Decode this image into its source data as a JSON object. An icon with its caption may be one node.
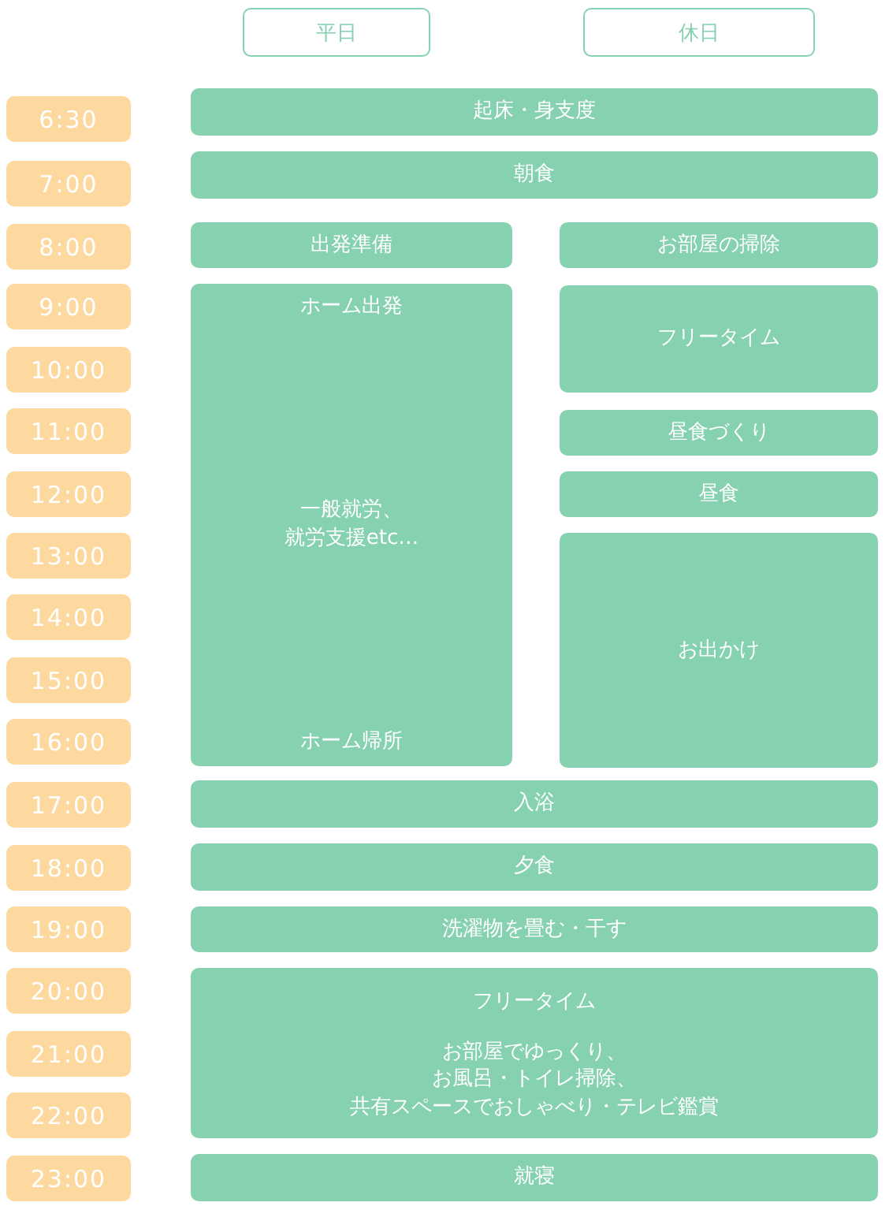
{
  "diagram": {
    "nodes": [
      {
        "text": [
          "平日"
        ]
      },
      {
        "text": [
          "休日"
        ]
      },
      {
        "text": [
          "6:30"
        ]
      },
      {
        "text": [
          "起床・身支度"
        ]
      },
      {
        "text": [
          "7:00"
        ]
      },
      {
        "text": [
          "朝食"
        ]
      },
      {
        "text": [
          "8:00"
        ]
      },
      {
        "text": [
          "出発準備"
        ]
      },
      {
        "text": [
          "お部屋の掃除"
        ]
      },
      {
        "text": [
          "9:00"
        ]
      },
      {
        "text": [
          "ホーム出発",
          "一般就労、就労支援etc…",
          "ホーム帰所"
        ]
      },
      {
        "text": [
          "フリータイム"
        ]
      },
      {
        "text": [
          "10:00"
        ]
      },
      {
        "text": [
          "11:00"
        ]
      },
      {
        "text": [
          "昼食づくり"
        ]
      },
      {
        "text": [
          "12:00"
        ]
      },
      {
        "text": [
          "昼食"
        ]
      },
      {
        "text": [
          "13:00"
        ]
      },
      {
        "text": [
          "お出かけ"
        ]
      },
      {
        "text": [
          "14:00"
        ]
      },
      {
        "text": [
          "15:00"
        ]
      },
      {
        "text": [
          "16:00"
        ]
      },
      {
        "text": [
          "17:00"
        ]
      },
      {
        "text": [
          "入浴"
        ]
      },
      {
        "text": [
          "18:00"
        ]
      },
      {
        "text": [
          "夕食"
        ]
      },
      {
        "text": [
          "19:00"
        ]
      },
      {
        "text": [
          "洗濯物を畳む・干す"
        ]
      },
      {
        "text": [
          "20:00"
        ]
      },
      {
        "text": [
          "フリータイム",
          "お部屋でゆっくり、お風呂・トイレ掃除、共有スペースでおしゃべり・テレビ鑑賞"
        ]
      },
      {
        "text": [
          "21:00"
        ]
      },
      {
        "text": [
          "22:00"
        ]
      },
      {
        "text": [
          "23:00"
        ]
      },
      {
        "text": [
          "就寝"
        ]
      }
    ]
  }
}
